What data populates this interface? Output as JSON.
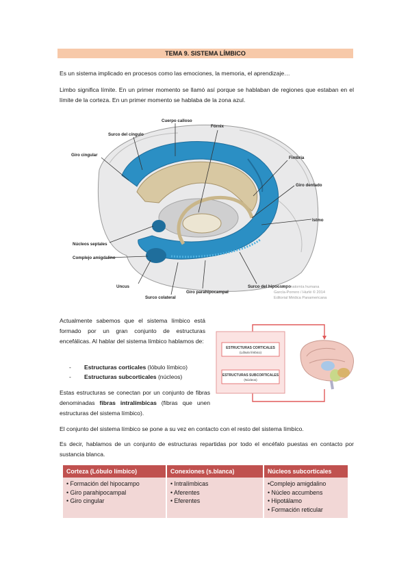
{
  "header": {
    "title": "TEMA 9. SISTEMA LÍMBICO"
  },
  "paragraphs": {
    "p1": "Es un sistema implicado en procesos como las emociones, la memoria, el aprendizaje…",
    "p2": "Limbo significa límite. En un primer momento se llamó así porque se hablaban de regiones que estaban en el límite de la corteza. En un primer momento se hablaba de la zona azul.",
    "p3": "Actualmente sabemos que el sistema límbico está formado por un gran conjunto de estructuras encefálicas. Al hablar del sistema límbico hablamos de:",
    "p4_pre": "Estas estructuras se conectan por un conjunto de fibras denominadas ",
    "p4_bold": "fibras intralímbicas",
    "p4_post": " (fibras que unen estructuras del sistema límbico).",
    "p5": "El conjunto del sistema límbico se pone a su vez en contacto con el resto del sistema límbico.",
    "p6": "Es decir, hablamos de un conjunto de estructuras repartidas por todo el encéfalo puestas en contacto por sustancia blanca."
  },
  "list": [
    {
      "dash": "-",
      "bold": "Estructuras corticales",
      "rest": " (lóbulo límbico)"
    },
    {
      "dash": "-",
      "bold": "Estructuras subcorticales",
      "rest": " (núcleos)"
    }
  ],
  "figure1": {
    "labels": {
      "cuerpo_calloso": "Cuerpo calloso",
      "surco_cingulo": "Surco del cíngulo",
      "fornix": "Fórnix",
      "giro_cingular": "Giro cingular",
      "fimbria": "Fimbria",
      "giro_dentado": "Giro dentado",
      "istmo": "Istmo",
      "nucleos_septales": "Núcleos septales",
      "complejo_amigdalino": "Complejo amigdalino",
      "uncus": "Uncus",
      "surco_colateral": "Surco colateral",
      "giro_parahipocampal": "Giro parahipocampal",
      "surco_hipocampo": "Surco del hipocampo"
    },
    "credit": [
      "Neuroanatomía humana",
      "García-Porrero / Hurlé © 2014",
      "Editorial Médica Panamericana"
    ]
  },
  "figure2": {
    "box1_title": "ESTRUCTURAS CORTICALES",
    "box1_sub": "(Lóbulo límbico)",
    "box2_title": "ESTRUCTURAS SUBCORTICALES",
    "box2_sub": "(Núcleos)"
  },
  "table": {
    "headers": [
      "Corteza (Lóbulo límbico)",
      "Conexiones (s.blanca)",
      "Núcleos subcorticales"
    ],
    "col1": [
      "• Formación del hipocampo",
      "• Giro parahipocampal",
      "• Giro cingular"
    ],
    "col2": [
      "• Intralímbicas",
      "• Aferentes",
      "• Eferentes"
    ],
    "col3": [
      "•Complejo amigdalino",
      "• Núcleo accumbens",
      "• Hipotálamo",
      "• Formación reticular"
    ]
  },
  "colors": {
    "title_bg": "#f7c9a9",
    "table_header": "#c0514f",
    "table_body": "#f2d7d6",
    "limbic_blue": "#2b8fc4",
    "arrow_red": "#e05a5a"
  }
}
